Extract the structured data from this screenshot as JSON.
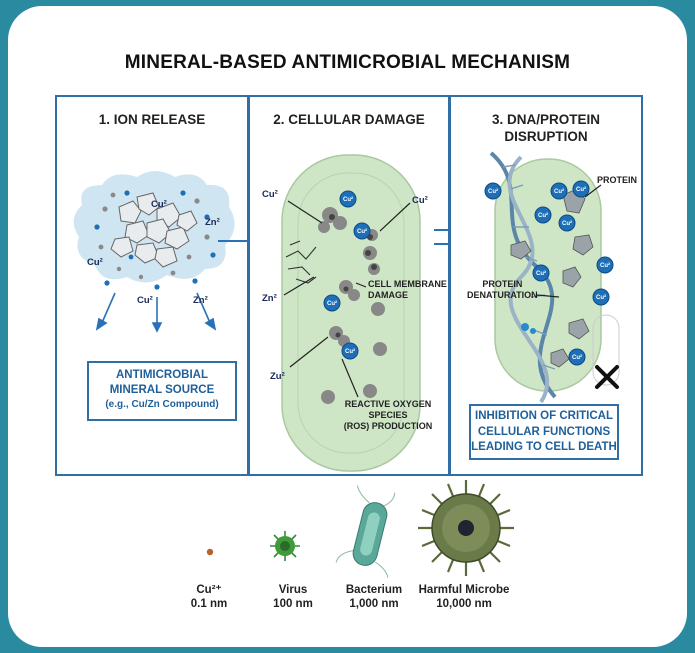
{
  "title": "MINERAL-BASED ANTIMICROBIAL MECHANISM",
  "panels": {
    "ion_release": {
      "heading": "1. ION RELEASE",
      "ions": {
        "cu_top": "Cu²",
        "zn_right": "Zn²",
        "cu_left": "Cu²",
        "cu_bottom": "Cu²",
        "zn_bottom": "Zn²"
      },
      "source_line1": "ANTIMICROBIAL",
      "source_line2": "MINERAL SOURCE",
      "source_line3": "(e.g., Cu/Zn Compound)"
    },
    "cellular_damage": {
      "heading": "2. CELLULAR DAMAGE",
      "ions": {
        "cu_left": "Cu²",
        "cu_right": "Cu²",
        "zn_left": "Zn²",
        "zu_bottom": "Zu²",
        "cu_badge": "Cu²"
      },
      "membrane_line1": "CELL MEMBRANE",
      "membrane_line2": "DAMAGE",
      "ros_line1": "REACTIVE OXYGEN SPECIES",
      "ros_line2": "(ROS) PRODUCTION"
    },
    "dna_protein": {
      "heading_line1": "3. DNA/PROTEIN",
      "heading_line2": "DISRUPTION",
      "protein": "PROTEIN",
      "denat_line1": "PROTEIN",
      "denat_line2": "DENATURATION",
      "badge": "Cu²",
      "result_line1": "INHIBITION OF CRITICAL",
      "result_line2": "CELLULAR FUNCTIONS",
      "result_line3": "LEADING TO CELL DEATH"
    }
  },
  "scale": [
    {
      "name": "Cu²⁺",
      "size": "0.1 nm"
    },
    {
      "name": "Virus",
      "size": "100 nm"
    },
    {
      "name": "Bacterium",
      "size": "1,000 nm"
    },
    {
      "name": "Harmful Microbe",
      "size": "10,000 nm"
    }
  ],
  "colors": {
    "frame": "#2a8aa0",
    "panel_border": "#2f6fa5",
    "box_text": "#1f5f9a",
    "cell_fill": "#cfe6c6",
    "ion_blue": "#1d6fb8",
    "arrow": "#2a72b8"
  }
}
